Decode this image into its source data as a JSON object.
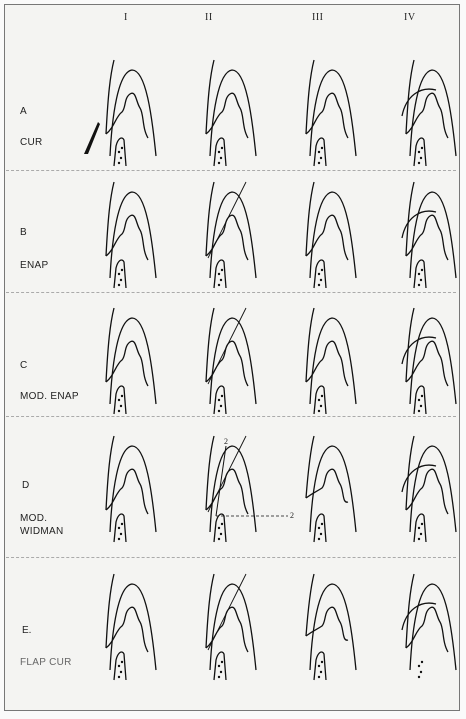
{
  "columns": [
    "I",
    "II",
    "III",
    "IV"
  ],
  "rows": [
    {
      "letter": "A",
      "label": "CUR"
    },
    {
      "letter": "B",
      "label": "ENAP"
    },
    {
      "letter": "C",
      "label": "MOD. ENAP"
    },
    {
      "letter": "D",
      "label": "MOD. WIDMAN"
    },
    {
      "letter": "E.",
      "label": "FLAP CUR"
    }
  ],
  "annotations": {
    "d2_label_1": "2",
    "d2_label_2": "2"
  }
}
